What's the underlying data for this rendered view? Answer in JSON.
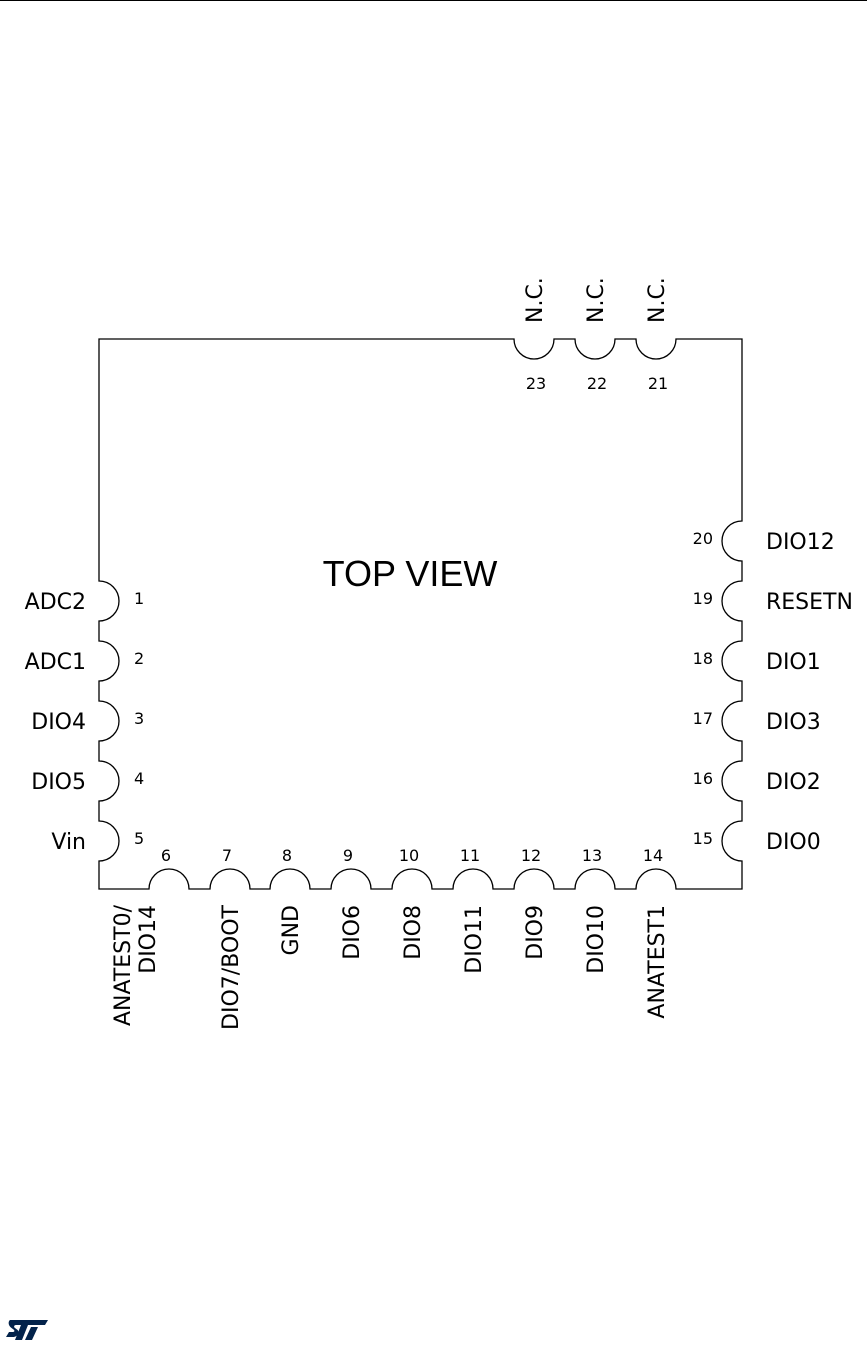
{
  "title": "TOP VIEW",
  "pins": {
    "left": [
      {
        "num": "1",
        "label": "ADC2"
      },
      {
        "num": "2",
        "label": "ADC1"
      },
      {
        "num": "3",
        "label": "DIO4"
      },
      {
        "num": "4",
        "label": "DIO5"
      },
      {
        "num": "5",
        "label": "Vin"
      }
    ],
    "bottom": [
      {
        "num": "6",
        "label": "ANATEST0/",
        "label2": "DIO14"
      },
      {
        "num": "7",
        "label": "DIO7/BOOT"
      },
      {
        "num": "8",
        "label": "GND"
      },
      {
        "num": "9",
        "label": "DIO6"
      },
      {
        "num": "10",
        "label": "DIO8"
      },
      {
        "num": "11",
        "label": "DIO11"
      },
      {
        "num": "12",
        "label": "DIO9"
      },
      {
        "num": "13",
        "label": "DIO10"
      },
      {
        "num": "14",
        "label": "ANATEST1"
      }
    ],
    "right": [
      {
        "num": "20",
        "label": "DIO12"
      },
      {
        "num": "19",
        "label": "RESETN"
      },
      {
        "num": "18",
        "label": "DIO1"
      },
      {
        "num": "17",
        "label": "DIO3"
      },
      {
        "num": "16",
        "label": "DIO2"
      },
      {
        "num": "15",
        "label": "DIO0"
      }
    ],
    "top": [
      {
        "num": "23",
        "label": "N.C."
      },
      {
        "num": "22",
        "label": "N.C."
      },
      {
        "num": "21",
        "label": "N.C."
      }
    ]
  },
  "logo": {
    "name": "st-logo-icon",
    "color": "#03234B"
  }
}
